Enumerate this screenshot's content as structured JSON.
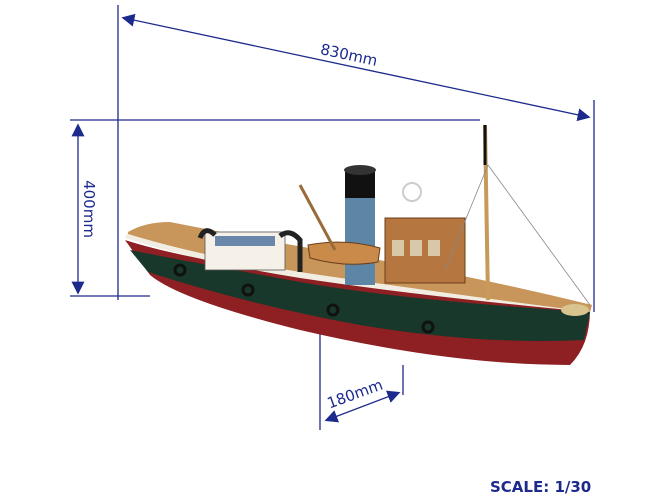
{
  "dimensions": {
    "length": "830mm",
    "height": "400mm",
    "beam": "180mm"
  },
  "scale": "SCALE: 1/30",
  "colors": {
    "dimension_line": "#1c2a8c",
    "hull_red": "#8e1f22",
    "hull_green": "#17382a",
    "deck_wood": "#c8965a"
  }
}
